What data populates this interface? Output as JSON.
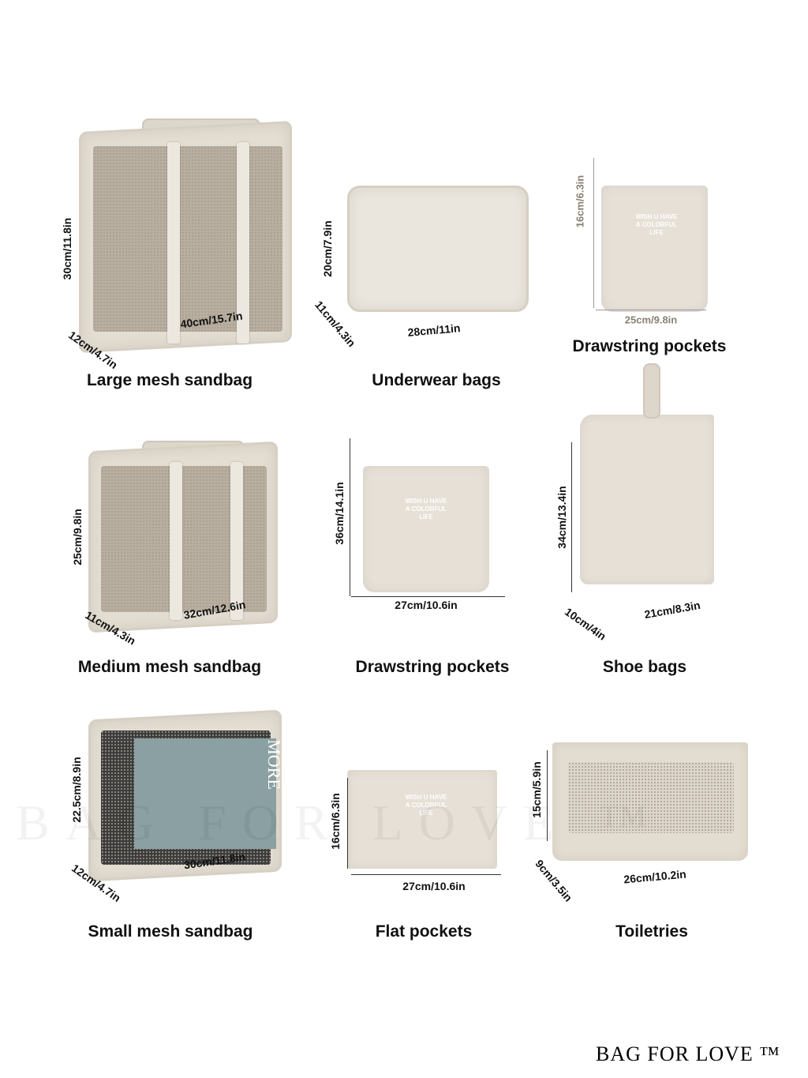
{
  "items": [
    {
      "caption": "Large mesh sandbag",
      "height": "30cm/11.8in",
      "depth": "12cm/4.7in",
      "width": "40cm/15.7in"
    },
    {
      "caption": "Underwear bags",
      "height": "20cm/7.9in",
      "depth": "11cm/4.3in",
      "width": "28cm/11in"
    },
    {
      "caption": "Drawstring pockets",
      "height": "16cm/6.3in",
      "width": "25cm/9.8in"
    },
    {
      "caption": "Medium mesh sandbag",
      "height": "25cm/9.8in",
      "depth": "11cm/4.3in",
      "width": "32cm/12.6in"
    },
    {
      "caption": "Drawstring pockets",
      "height": "36cm/14.1in",
      "width": "27cm/10.6in"
    },
    {
      "caption": "Shoe bags",
      "height": "34cm/13.4in",
      "depth": "10cm/4in",
      "width": "21cm/8.3in"
    },
    {
      "caption": "Small mesh sandbag",
      "height": "22.5cm/8.9in",
      "depth": "12cm/4.7in",
      "width": "30cm/11.8in"
    },
    {
      "caption": "Flat pockets",
      "height": "16cm/6.3in",
      "width": "27cm/10.6in"
    },
    {
      "caption": "Toiletries",
      "height": "15cm/5.9in",
      "depth": "9cm/3.5in",
      "width": "26cm/10.2in"
    }
  ],
  "bag_print": "WISH U HAVE A COLORFUL LIFE",
  "book_title": "MORE",
  "watermark": "BAG FOR LOVE ™",
  "colors": {
    "bag": "#e3ddd2",
    "mesh": "#b8afa1",
    "text": "#111111"
  }
}
